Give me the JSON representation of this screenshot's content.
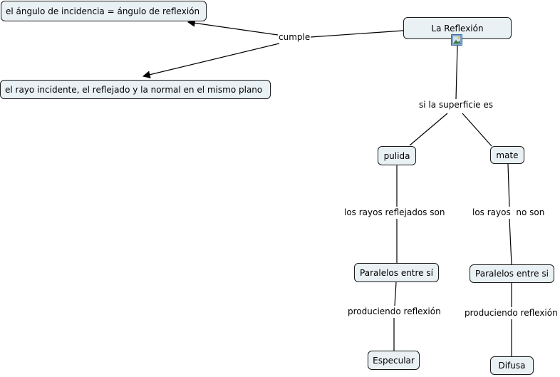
{
  "nodes": {
    "root": "La Reflexión",
    "angle": "el ángulo de incidencia = ángulo de reflexión",
    "plane": "el rayo incidente, el reflejado y la normal en el mismo plano",
    "pulida": "pulida",
    "mate": "mate",
    "paralelos": "Paralelos entre sí",
    "no_paralelos": "Paralelos entre si",
    "especular": "Especular",
    "difusa": "Difusa"
  },
  "links": {
    "cumple": "cumple",
    "superficie": "si la superficie es",
    "rayos_son": "los rayos reflejados son",
    "rayos_no_son": "los rayos  no son",
    "produciendo_1": "produciendo reflexión",
    "produciendo_2": "produciendo reflexión"
  },
  "icons": {
    "root_attachment": "image-icon"
  },
  "colors": {
    "node_fill": "#e9f1f4",
    "node_border": "#1a1a1a",
    "line": "#000000"
  }
}
